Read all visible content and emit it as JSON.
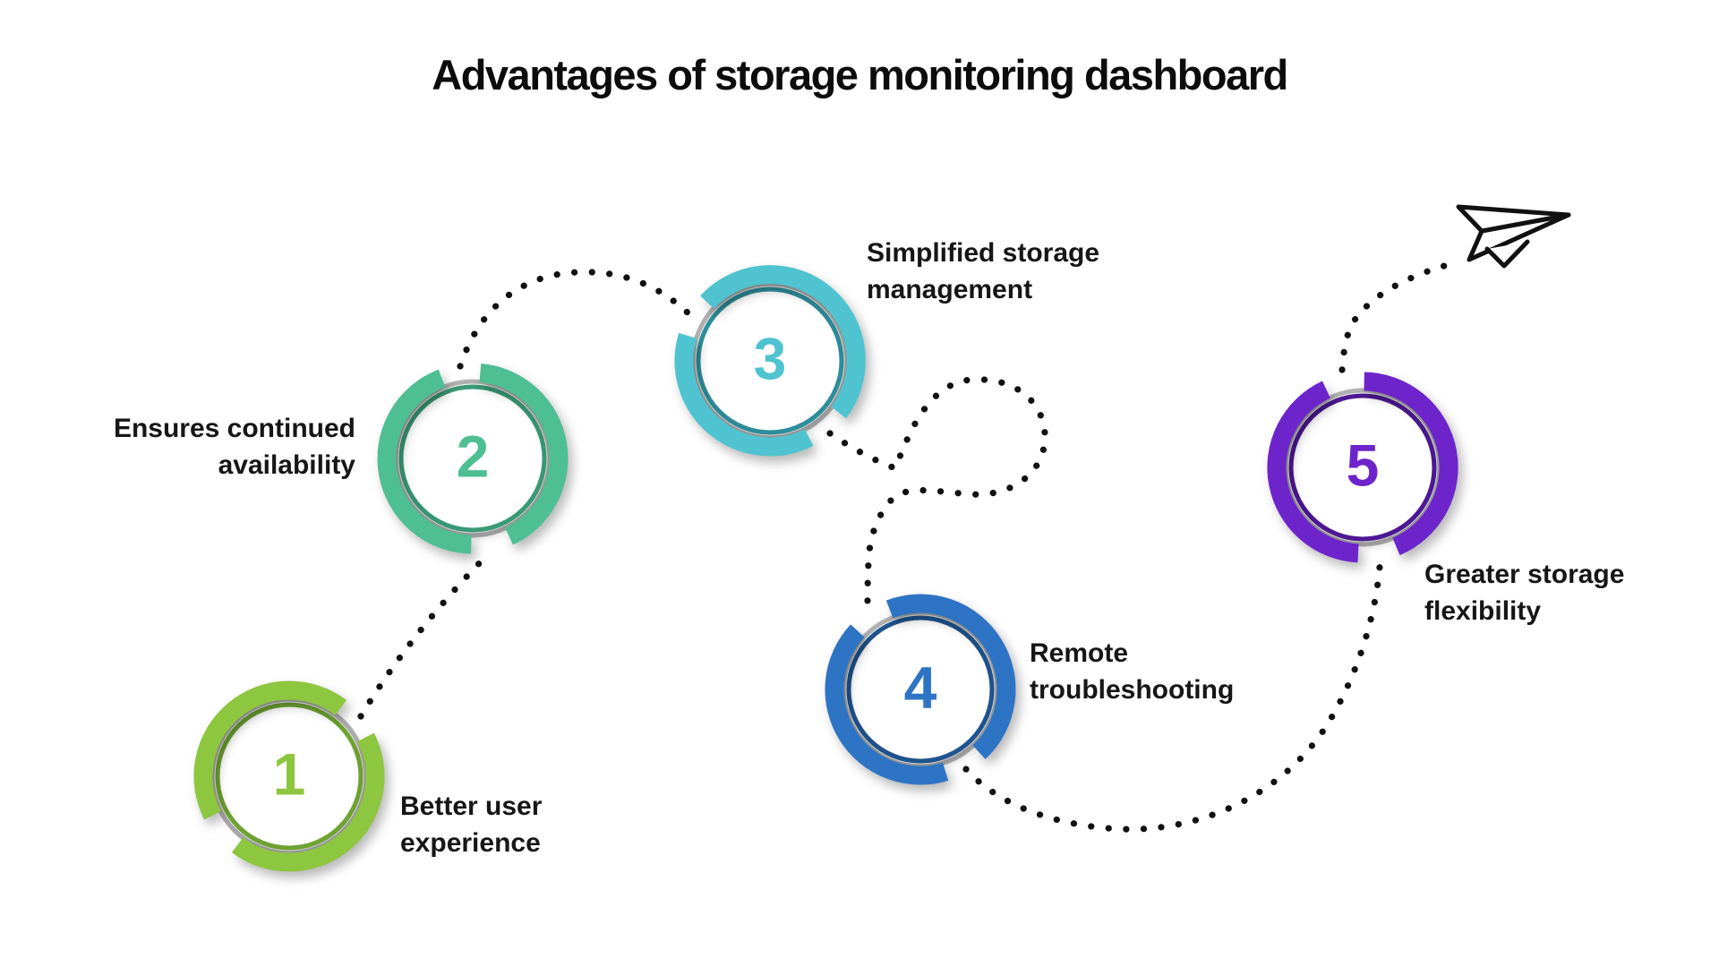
{
  "title": "Advantages of storage monitoring dashboard",
  "steps": [
    {
      "number": "1",
      "label": "Better user\nexperience",
      "color": "#8dc63f",
      "dark": "#6fa332"
    },
    {
      "number": "2",
      "label": "Ensures continued\navailability",
      "color": "#4ebe93",
      "dark": "#3a9a76"
    },
    {
      "number": "3",
      "label": "Simplified storage\nmanagement",
      "color": "#4fc3d0",
      "dark": "#2e8e9c"
    },
    {
      "number": "4",
      "label": "Remote\ntroubleshooting",
      "color": "#2e74c4",
      "dark": "#1f5490"
    },
    {
      "number": "5",
      "label": "Greater storage\nflexibility",
      "color": "#6d24cb",
      "dark": "#4d1894"
    }
  ],
  "decor": {
    "dot_color": "#111111",
    "track_color": "#b3b3b3",
    "label_text_color": "#161616",
    "plane_icon": "paper-plane-icon"
  }
}
